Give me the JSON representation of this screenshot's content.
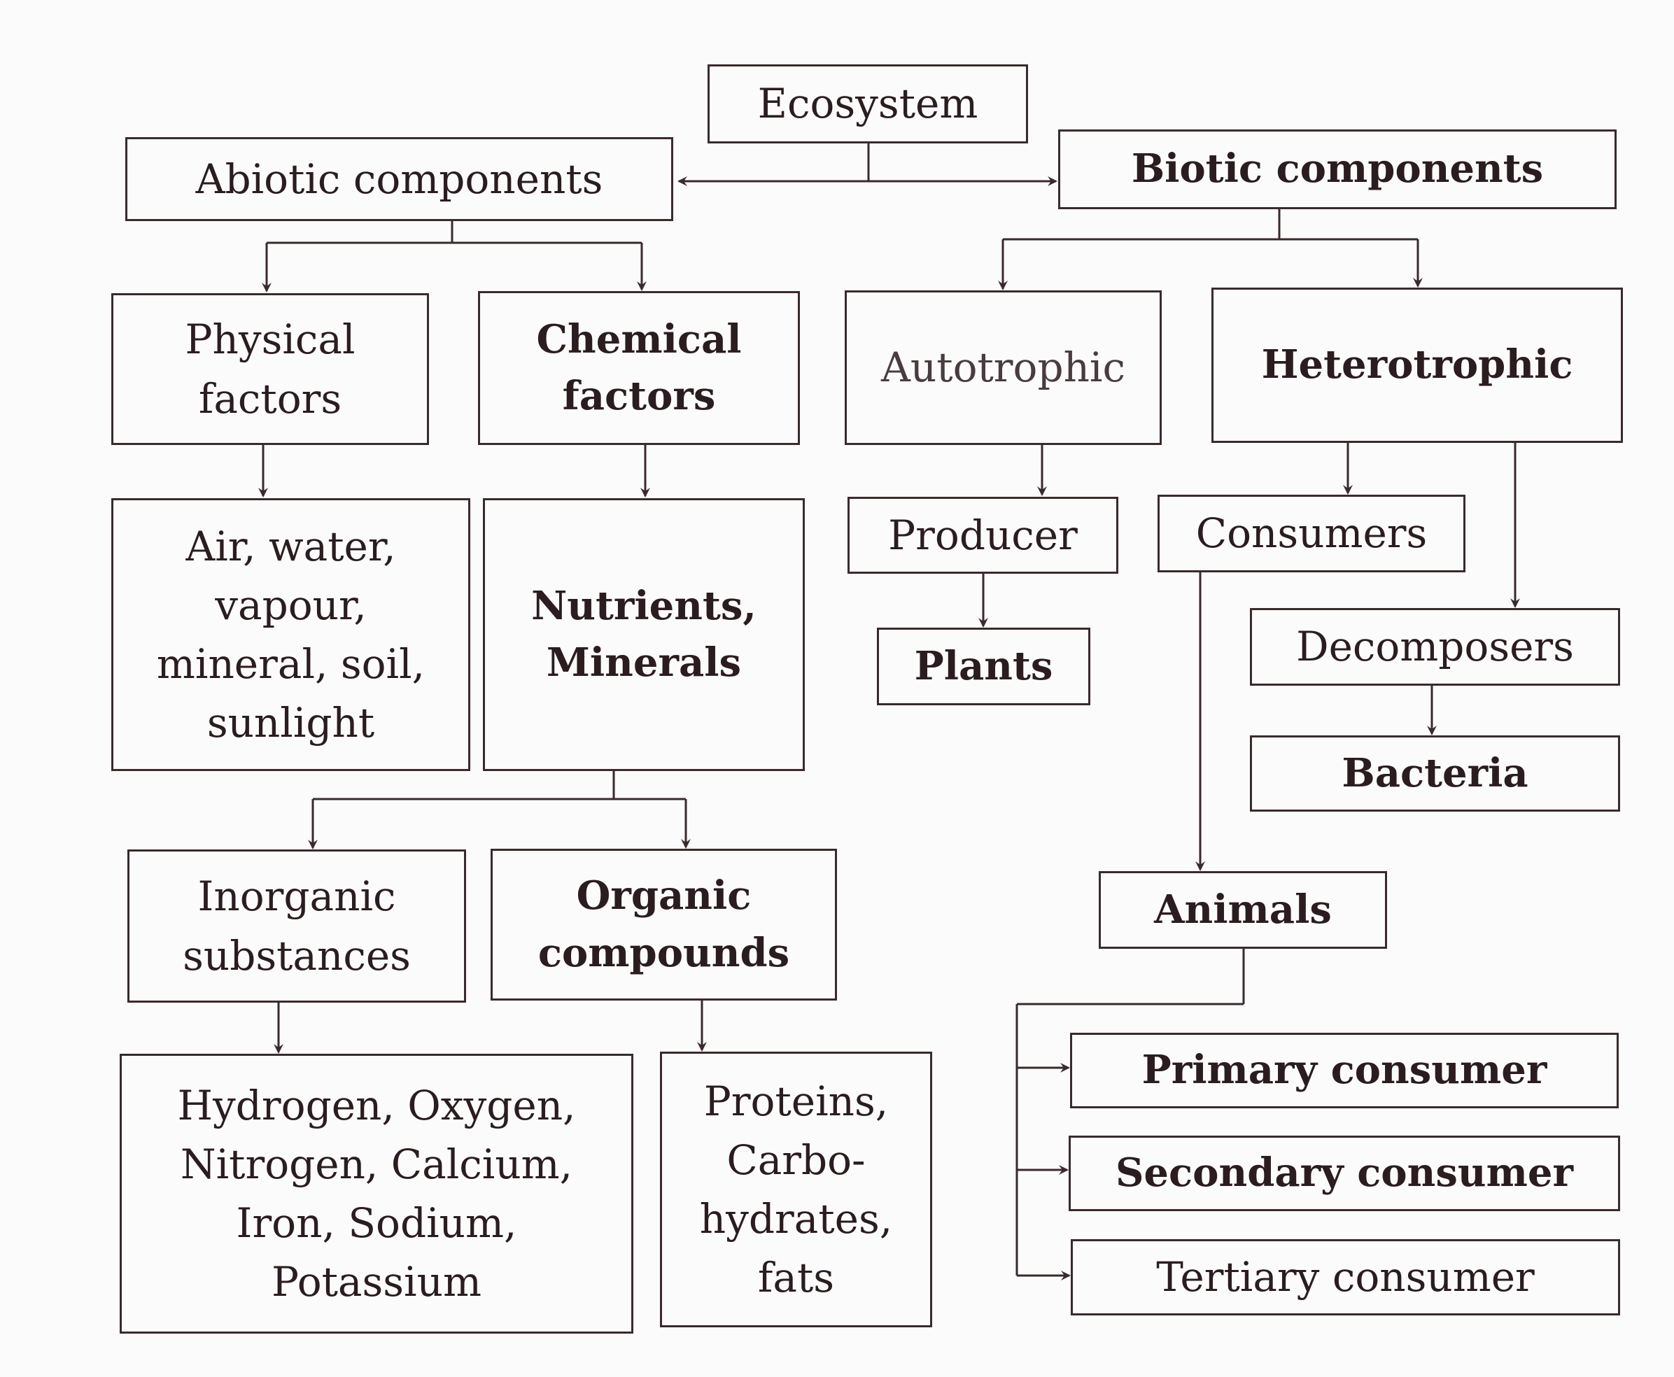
{
  "diagram": {
    "ecosystem": "Ecosystem",
    "abiotic": "Abiotic components",
    "biotic": "Biotic components",
    "physical": "Physical\nfactors",
    "chemical": "Chemical\nfactors",
    "autotrophic": "Autotrophic",
    "heterotrophic": "Heterotrophic",
    "physical_items": "Air, water,\nvapour,\nmineral, soil,\nsunlight",
    "chemical_items": "Nutrients,\nMinerals",
    "producer": "Producer",
    "consumers": "Consumers",
    "plants": "Plants",
    "decomposers": "Decomposers",
    "bacteria": "Bacteria",
    "inorganic": "Inorganic\nsubstances",
    "organic": "Organic\ncompounds",
    "animals": "Animals",
    "inorganic_items": "Hydrogen, Oxygen,\nNitrogen, Calcium,\nIron, Sodium,\nPotassium",
    "organic_items": "Proteins,\nCarbo-\nhydrates,\nfats",
    "primary": "Primary consumer",
    "secondary": "Secondary consumer",
    "tertiary": "Tertiary consumer"
  },
  "colors": {
    "line": "#3a2a2c",
    "text": "#2b1d1f"
  }
}
